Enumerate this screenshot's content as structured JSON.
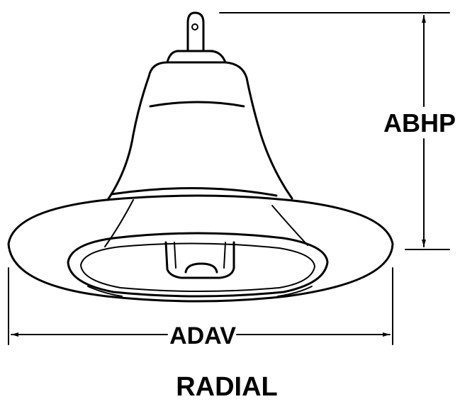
{
  "labels": {
    "height_dimension": "ABHP",
    "width_dimension": "ADAV",
    "caption": "RADIAL"
  },
  "colors": {
    "line": "#000000",
    "background": "#ffffff"
  }
}
